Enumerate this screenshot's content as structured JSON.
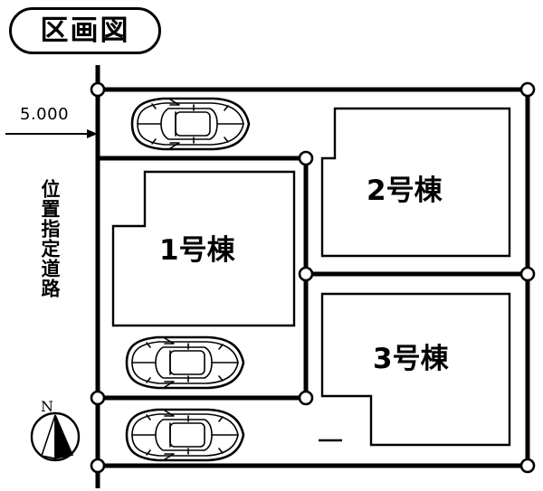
{
  "title": {
    "text": "区画図",
    "meaning": "plot-plan"
  },
  "dimension": {
    "value": "5.000",
    "arrow": "right-arrow"
  },
  "road": {
    "label": "位置指定道路"
  },
  "compass": {
    "letter": "N",
    "icon": "north-arrow-icon"
  },
  "lots": [
    {
      "id": "lot-1",
      "label": "1号棟"
    },
    {
      "id": "lot-2",
      "label": "2号棟"
    },
    {
      "id": "lot-3",
      "label": "3号棟"
    }
  ],
  "cars": [
    {
      "id": "car-top",
      "icon": "car-top-view-icon"
    },
    {
      "id": "car-middle",
      "icon": "car-top-view-icon"
    },
    {
      "id": "car-bottom",
      "icon": "car-top-view-icon"
    }
  ],
  "colors": {
    "ink": "#000000",
    "paper": "#ffffff"
  }
}
